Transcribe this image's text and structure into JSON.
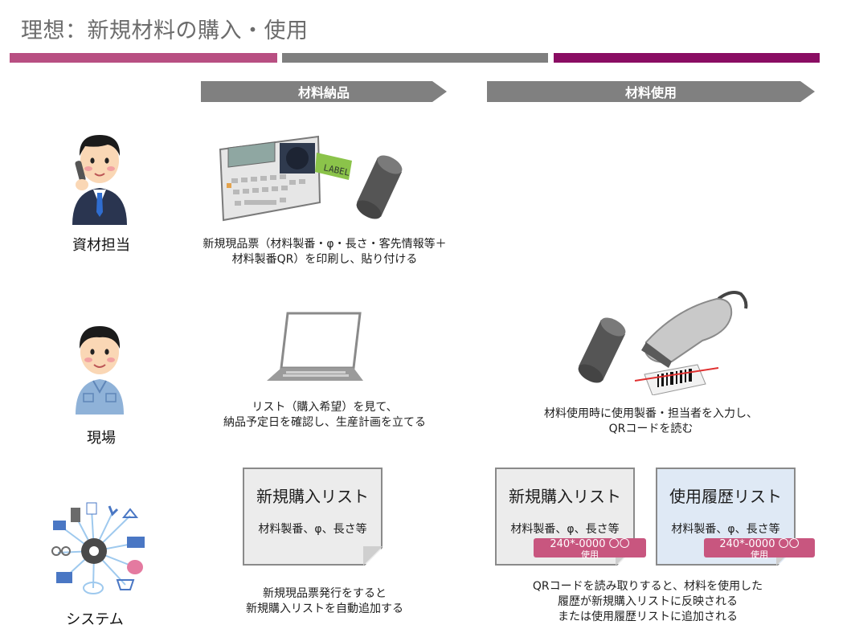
{
  "title": "理想：新規材料の購入・使用",
  "colors": {
    "band_left": "#b84f82",
    "band_mid": "#7f7f7f",
    "band_right": "#8a0d63",
    "arrow": "#808080",
    "tag": "#c8567f",
    "doc_blue": "#dfe9f5",
    "doc_gray": "#ececec"
  },
  "phases": {
    "delivery": "材料納品",
    "usage": "材料使用"
  },
  "roles": {
    "materials": "資材担当",
    "site": "現場",
    "system": "システム"
  },
  "captions": {
    "print_label_1": "新規現品票（材料製番・φ・長さ・客先情報等＋",
    "print_label_2": "材料製番QR）を印刷し、貼り付ける",
    "check_list_1": "リスト（購入希望）を見て、",
    "check_list_2": "納品予定日を確認し、生産計画を立てる",
    "scan_1": "材料使用時に使用製番・担当者を入力し、",
    "scan_2": "QRコードを読む",
    "auto_add_1": "新規現品票発行をすると",
    "auto_add_2": "新規購入リストを自動追加する",
    "reflect_1": "QRコードを読み取りすると、材料を使用した",
    "reflect_2": "履歴が新規購入リストに反映される",
    "reflect_3": "または使用履歴リストに追加される"
  },
  "docs": {
    "new_list_a": {
      "title": "新規購入リスト",
      "fields": "材料製番、φ、長さ等"
    },
    "new_list_b": {
      "title": "新規購入リスト",
      "fields": "材料製番、φ、長さ等",
      "tag_1": "240*-0000 〇〇",
      "tag_2": "使用"
    },
    "usage_list": {
      "title": "使用履歴リスト",
      "fields": "材料製番、φ、長さ等",
      "tag_1": "240*-0000 〇〇",
      "tag_2": "使用"
    }
  },
  "label_printer_text": "LABEL",
  "icons": [
    "person-phone-icon",
    "worker-icon",
    "system-network-icon",
    "label-printer-icon",
    "material-bar-icon",
    "laptop-icon",
    "barcode-scanner-icon"
  ]
}
